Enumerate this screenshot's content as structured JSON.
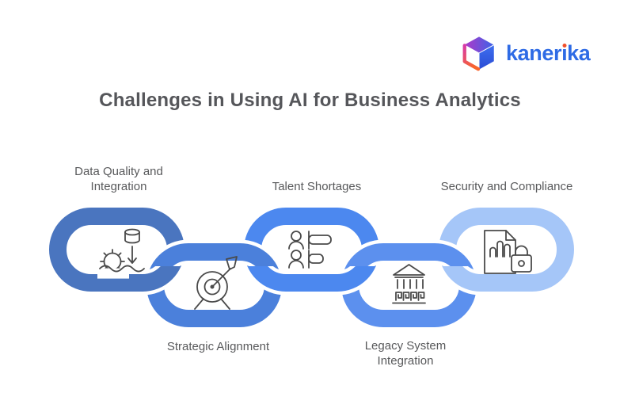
{
  "logo": {
    "brand": "kanerika",
    "brand_pre": "kaner",
    "brand_i_char": "ı",
    "brand_post": "ka",
    "text_color": "#2E6BE5",
    "dot_color": "#F1502B"
  },
  "header": {
    "title": "Challenges in Using AI for Business Analytics",
    "title_color": "#55565A"
  },
  "chain": {
    "gap_color": "#ffffff",
    "icon_stroke": "#4A4A4A",
    "label_color": "#58595B",
    "links": [
      {
        "id": "data-quality-and-integration",
        "label": "Data Quality and Integration",
        "color": "#4A75BF",
        "position": "top",
        "icon": "database-gear-water-icon"
      },
      {
        "id": "strategic-alignment",
        "label": "Strategic Alignment",
        "color": "#4B80DB",
        "position": "bottom",
        "icon": "target-dart-icon"
      },
      {
        "id": "talent-shortages",
        "label": "Talent Shortages",
        "color": "#4C88EF",
        "position": "top",
        "icon": "people-bars-icon"
      },
      {
        "id": "legacy-system-integration",
        "label": "Legacy System Integration",
        "color": "#5C90EE",
        "position": "bottom",
        "icon": "bank-building-icon"
      },
      {
        "id": "security-and-compliance",
        "label": "Security and Compliance",
        "color": "#A5C6F8",
        "position": "top",
        "icon": "document-lock-icon"
      }
    ]
  }
}
